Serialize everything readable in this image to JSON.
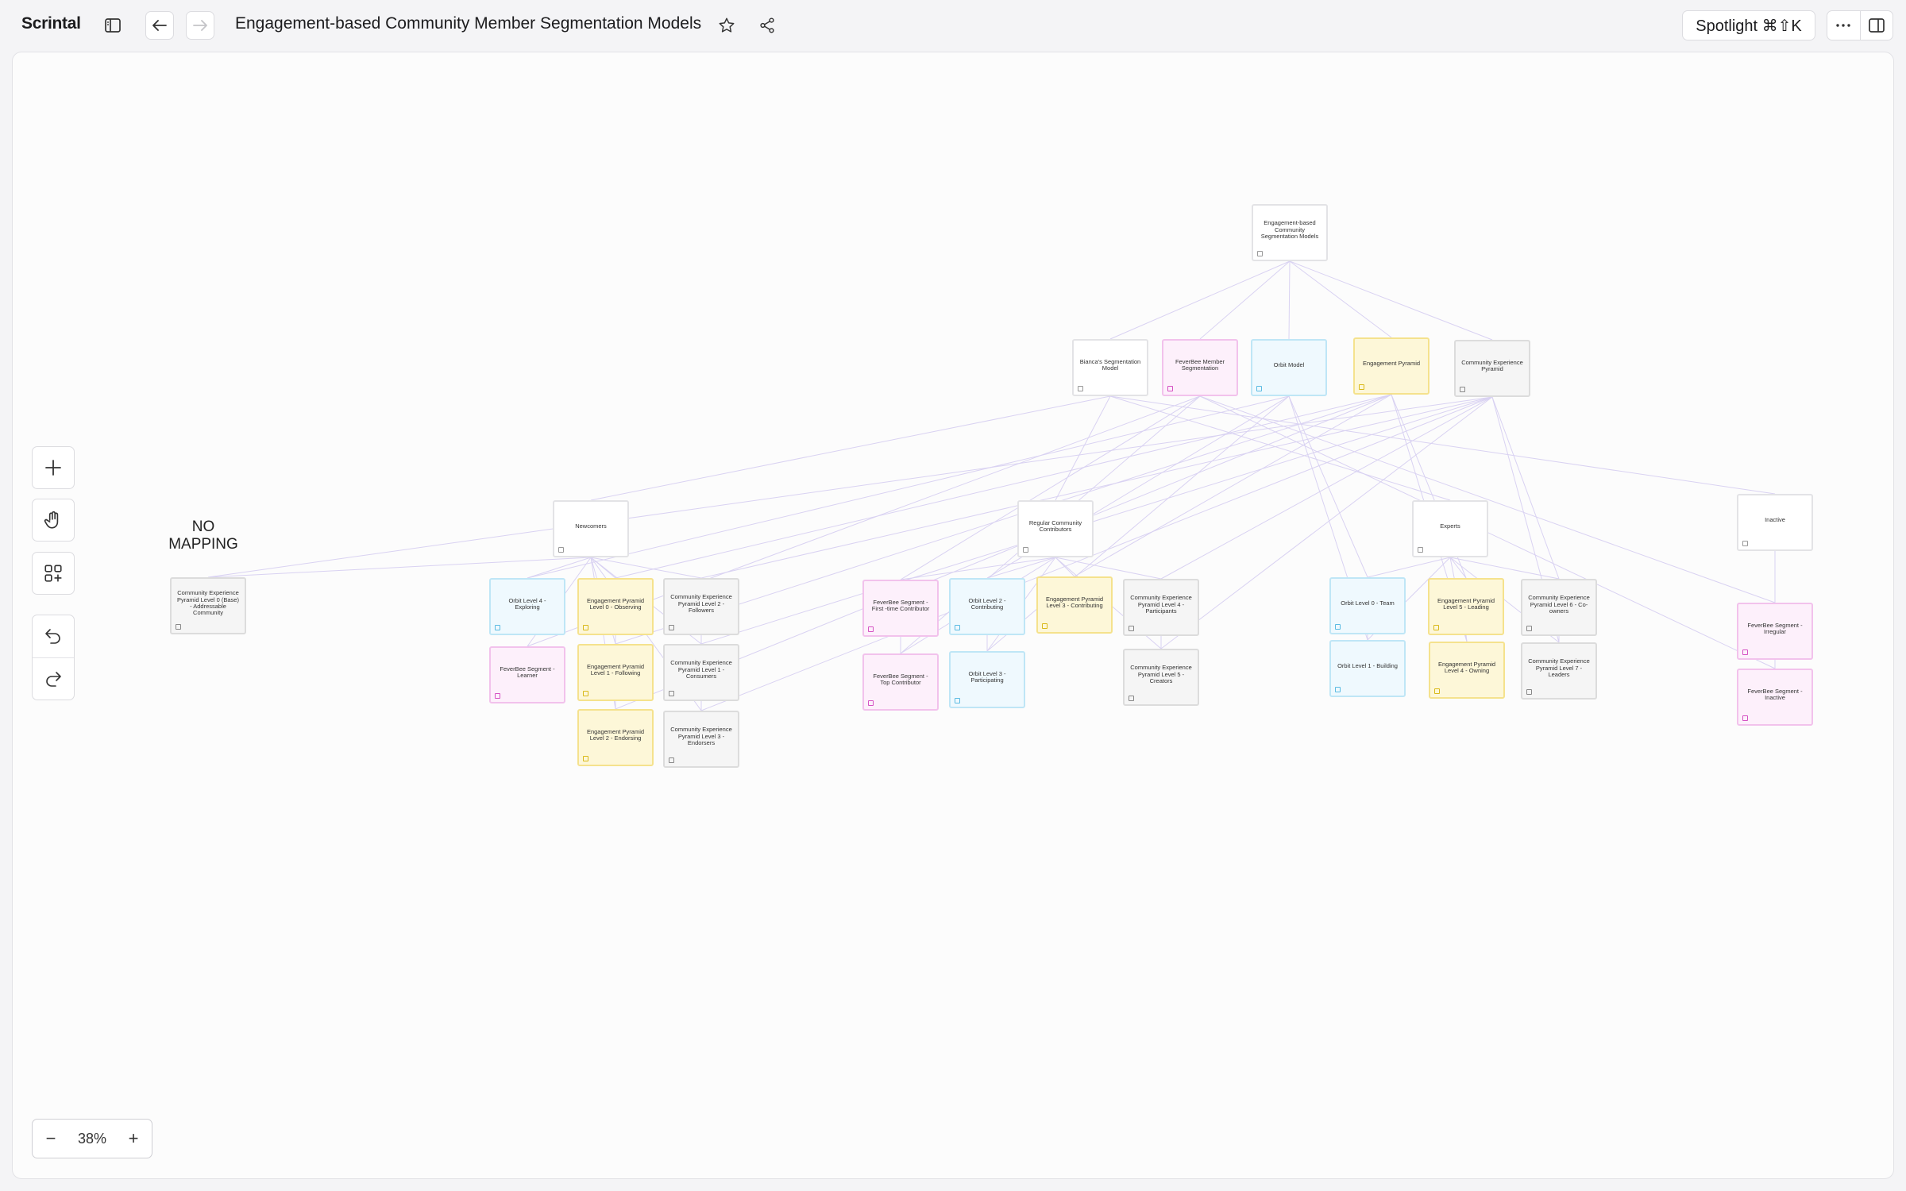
{
  "app": {
    "name": "Scrintal"
  },
  "document": {
    "title": "Engagement-based Community Member Segmentation Models"
  },
  "header": {
    "spotlight_label": "Spotlight ⌘⇧K"
  },
  "canvas": {
    "no_mapping_label": "NO MAPPING",
    "zoom_level": "38%",
    "colors": {
      "blue": "#bfe6f6",
      "pink": "#f2c2ec",
      "yellow": "#f5e28d",
      "grey": "#dcdcdc",
      "edge": "#d9d2f2"
    },
    "cards": [
      {
        "id": "root",
        "label": "Engagement-based Community Segmentation Models",
        "color": "white"
      },
      {
        "id": "bianca",
        "label": "Bianca's Segmentation Model",
        "color": "white"
      },
      {
        "id": "feverbee",
        "label": "FeverBee Member Segmentation",
        "color": "pink"
      },
      {
        "id": "orbit",
        "label": "Orbit Model",
        "color": "blue"
      },
      {
        "id": "engpyr",
        "label": "Engagement Pyramid",
        "color": "yellow"
      },
      {
        "id": "cxpyr",
        "label": "Community Experience Pyramid",
        "color": "grey"
      },
      {
        "id": "newcomers",
        "label": "Newcomers",
        "color": "white"
      },
      {
        "id": "regular",
        "label": "Regular Community Contributors",
        "color": "white"
      },
      {
        "id": "experts",
        "label": "Experts",
        "color": "white"
      },
      {
        "id": "inactive",
        "label": "Inactive",
        "color": "white"
      },
      {
        "id": "cx0",
        "label": "Community Experience Pyramid Level 0 (Base) - Addressable Community",
        "color": "grey"
      },
      {
        "id": "orbit4",
        "label": "Orbit Level 4 - Exploring",
        "color": "blue"
      },
      {
        "id": "ep0",
        "label": "Engagement Pyramid Level 0 - Observing",
        "color": "yellow"
      },
      {
        "id": "cx2",
        "label": "Community Experience Pyramid Level 2 - Followers",
        "color": "grey"
      },
      {
        "id": "fbLearner",
        "label": "FeverBee Segment - Learner",
        "color": "pink"
      },
      {
        "id": "ep1",
        "label": "Engagement Pyramid Level 1 - Following",
        "color": "yellow"
      },
      {
        "id": "cx1",
        "label": "Community Experience Pyramid Level 1 - Consumers",
        "color": "grey"
      },
      {
        "id": "ep2",
        "label": "Engagement Pyramid Level 2 - Endorsing",
        "color": "yellow"
      },
      {
        "id": "cx3",
        "label": "Community Experience Pyramid Level 3 - Endorsers",
        "color": "grey"
      },
      {
        "id": "fbFirst",
        "label": "FeverBee Segment - First -time Contributor",
        "color": "pink"
      },
      {
        "id": "orbit2",
        "label": "Orbit Level 2 - Contributing",
        "color": "blue"
      },
      {
        "id": "ep3",
        "label": "Engagement Pyramid Level 3 - Contributing",
        "color": "yellow"
      },
      {
        "id": "cx4",
        "label": "Community Experience Pyramid Level 4 - Participants",
        "color": "grey"
      },
      {
        "id": "fbTop",
        "label": "FeverBee Segment - Top Contributor",
        "color": "pink"
      },
      {
        "id": "orbit3",
        "label": "Orbit Level 3 - Participating",
        "color": "blue"
      },
      {
        "id": "cx5",
        "label": "Community Experience Pyramid Level 5 - Creators",
        "color": "grey"
      },
      {
        "id": "orbit0",
        "label": "Orbit Level 0 - Team",
        "color": "blue"
      },
      {
        "id": "ep5",
        "label": "Engagement Pyramid Level 5 - Leading",
        "color": "yellow"
      },
      {
        "id": "cx6",
        "label": "Community Experience Pyramid Level 6 - Co-owners",
        "color": "grey"
      },
      {
        "id": "orbit1",
        "label": "Orbit Level 1 - Building",
        "color": "blue"
      },
      {
        "id": "ep4",
        "label": "Engagement Pyramid Level 4 - Owning",
        "color": "yellow"
      },
      {
        "id": "cx7",
        "label": "Community Experience Pyramid Level 7 - Leaders",
        "color": "grey"
      },
      {
        "id": "fbIrregular",
        "label": "FeverBee Segment - Irregular",
        "color": "pink"
      },
      {
        "id": "fbInactive",
        "label": "FeverBee Segment - Inactive",
        "color": "pink"
      }
    ]
  }
}
